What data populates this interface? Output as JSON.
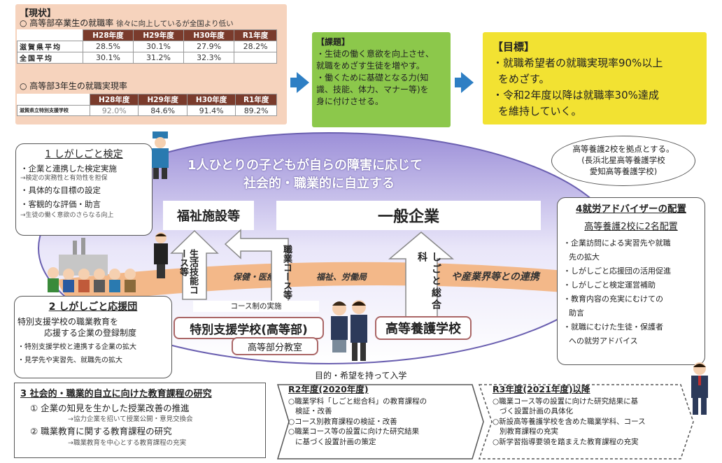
{
  "genjo": {
    "title": "【現状】",
    "row1_title": "○ 高等部卒業生の就職率",
    "row1_note": "徐々に向上しているが全国より低い",
    "headers": [
      "H28年度",
      "H29年度",
      "H30年度",
      "R1年度"
    ],
    "rows1": [
      {
        "label": "滋賀県平均",
        "values": [
          "28.5%",
          "30.1%",
          "27.9%",
          "28.2%"
        ]
      },
      {
        "label": "全国平均",
        "values": [
          "30.1%",
          "31.2%",
          "32.3%",
          ""
        ]
      }
    ],
    "row2_title": "○ 高等部3年生の就職実現率",
    "rows2": [
      {
        "label": "滋賀県立特別支援学校",
        "values": [
          "92.0%",
          "84.6%",
          "91.4%",
          "89.2%"
        ]
      }
    ]
  },
  "kadai": {
    "title": "【課題】",
    "lines": [
      "・生徒の働く意欲を向上させ、",
      "就職をめざす生徒を増やす。",
      "・働くために基礎となる力(知",
      "識、技能、体力、マナー等)を",
      "身に付けさせる。"
    ]
  },
  "mokuhyo": {
    "title": "【目標】",
    "lines": [
      "・就職希望者の就職実現率90%以上",
      "をめざす。",
      "・令和2年度以降は就職率30%達成",
      "を維持していく。"
    ]
  },
  "center": {
    "line1": "1人ひとりの子どもが自らの障害に応じて",
    "line2": "社会的・職業的に自立する",
    "fukushi": "福祉施設等",
    "ippan": "一般企業",
    "band_items": [
      "保健・医療",
      "福祉、労働局",
      "や産業界等との連携"
    ],
    "arrow1": "生活技能コース等",
    "arrow2": "職業コース等",
    "arrow3": "しごと総合科",
    "course": "コース制の実施",
    "school1": "特別支援学校(高等部)",
    "school2": "高等養護学校",
    "branch": "高等部分教室",
    "entrance": "目的・希望を持って入学"
  },
  "box1": {
    "title": "1 しがしごと検定",
    "items": [
      "・企業と連携した検定実施",
      "→検定の実務性と有効性を担保",
      "・具体的な目標の設定",
      "・客観的な評価・助言",
      "→生徒の働く意欲のさらなる向上"
    ]
  },
  "box2": {
    "title": "2 しがしごと応援団",
    "l1": "特別支援学校の職業教育を",
    "l2": "応援する企業の登録制度",
    "items": [
      "・特別支援学校と連携する企業の拡大",
      "・見学先や実習先、就職先の拡大"
    ]
  },
  "box3": {
    "title": "3 社会的・職業的自立に向けた教育課程の研究",
    "items": [
      {
        "main": "① 企業の知見を生かした授業改善の推進",
        "sub": "→協力企業を招いて授業公開・意見交換会"
      },
      {
        "main": "② 職業教育に関する教育課程の研究",
        "sub": "→職業教育を中心とする教育課程の充実"
      }
    ]
  },
  "box4": {
    "title": "4就労アドバイザーの配置",
    "subtitle": "高等養護2校に2名配置",
    "items": [
      "・企業訪問による実習先や就職",
      "先の拡大",
      "・しがしごと応援団の活用促進",
      "・しがしごと検定運営補助",
      "・教育内容の充実にむけての",
      "助言",
      "・就職にむけた生徒・保護者",
      "への就労アドバイス"
    ]
  },
  "bubble": {
    "l1": "高等養護2校を拠点とする。",
    "l2": "(長浜北星高等養護学校",
    "l3": "愛知高等養護学校)"
  },
  "r2": {
    "title": "R2年度(2020年度)",
    "items": [
      "○職業学科「しごと総合科」の教育課程の",
      "検証・改善",
      "○コース別教育課程の検証・改善",
      "○職業コース等の設置に向けた研究結果",
      "に基づく設置計画の策定"
    ]
  },
  "r3": {
    "title": "R3年度(2021年度)以降",
    "items": [
      "○職業コース等の設置に向けた研究結果に基",
      "づく設置計画の具体化",
      "○新設高等養護学校を含めた職業学科、コース",
      "別教育課程の充実",
      "○新学習指導要領を踏まえた教育課程の充実"
    ]
  },
  "colors": {
    "genjo_bg": "#f6d3bd",
    "kadai_bg": "#8cc84b",
    "mokuhyo_bg": "#f2e232",
    "arrow": "#2e7fc4",
    "band": "#f3b889",
    "ellipse": "#c8c8ee"
  }
}
